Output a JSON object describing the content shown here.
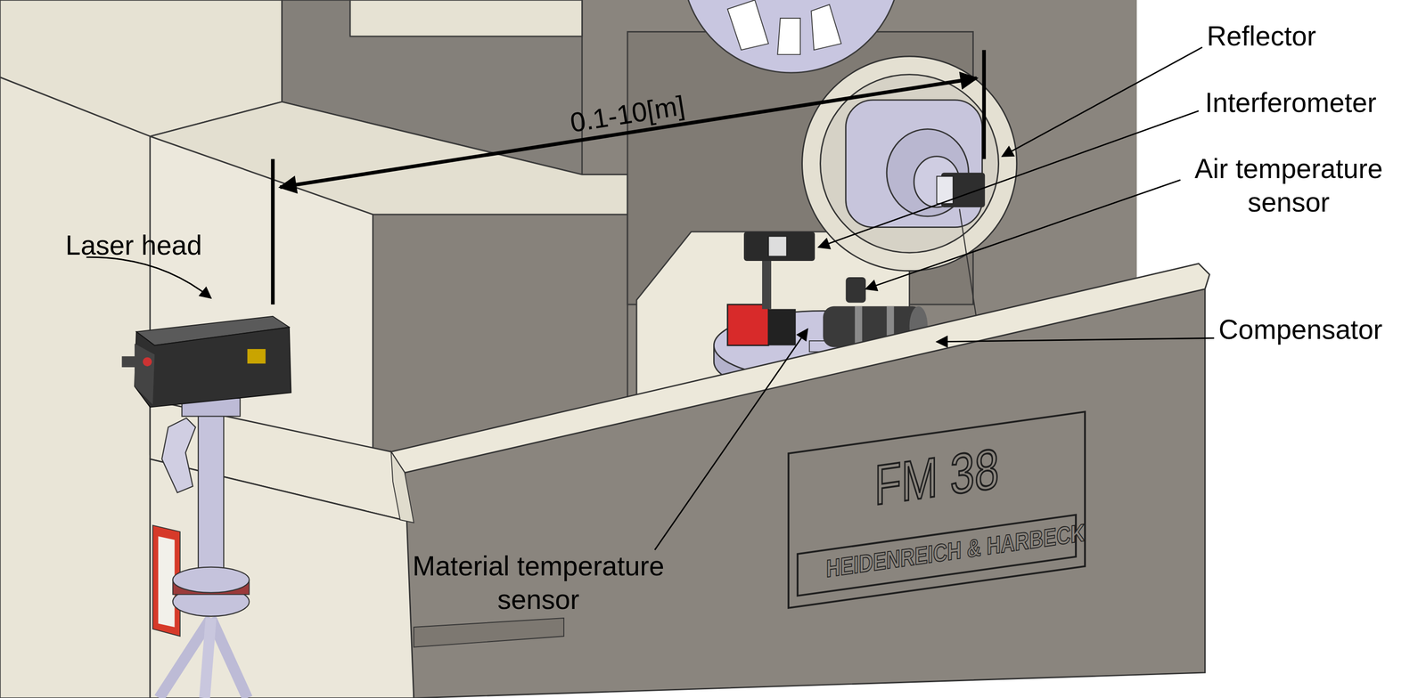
{
  "diagram": {
    "nodes": [
      {
        "text": [
          "FM 38"
        ]
      },
      {
        "text": [
          "HEIDENREICH & HARBECK"
        ],
        "in": 0
      }
    ],
    "labels": [
      "Reflector",
      "Interferometer",
      "Air temperature sensor",
      "Compensator",
      "Laser head",
      "Material temperature sensor",
      "0.1-10[m]"
    ]
  }
}
